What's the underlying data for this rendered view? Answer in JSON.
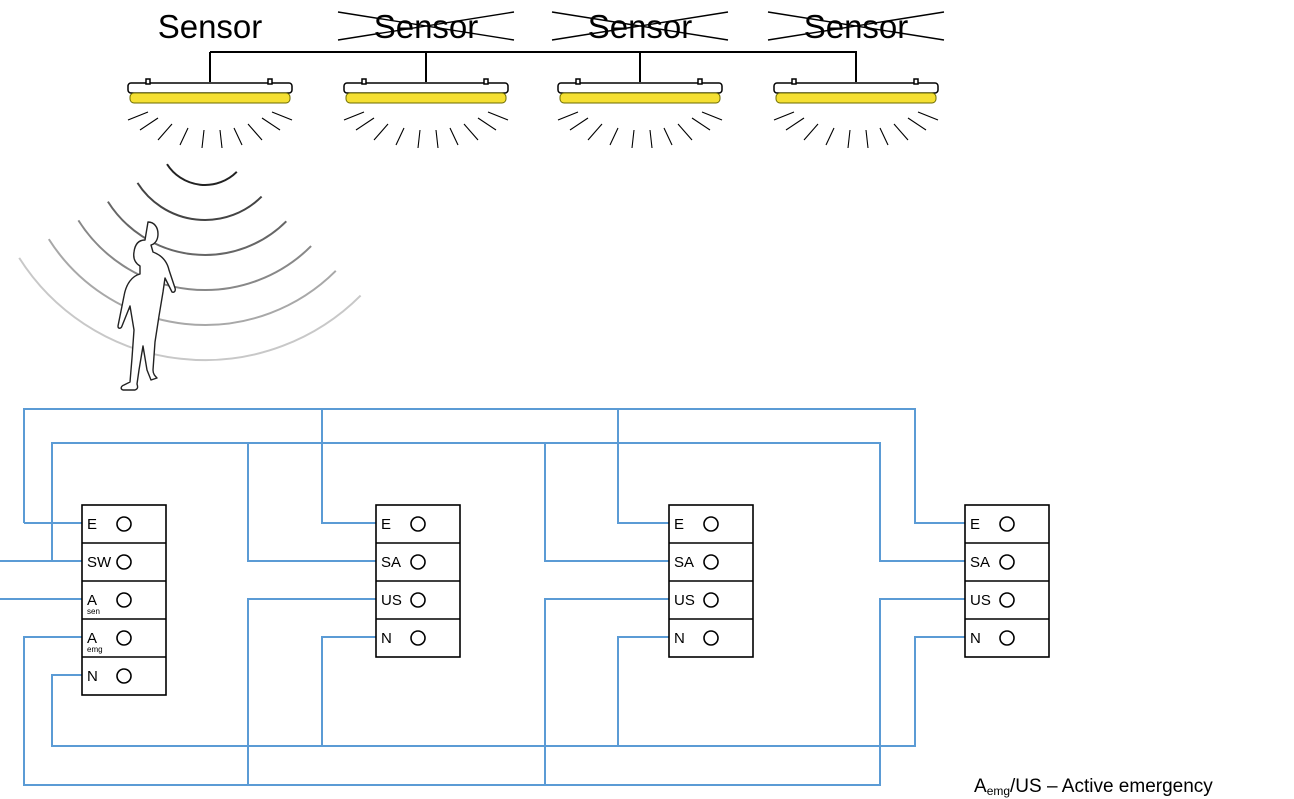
{
  "sensors": [
    {
      "label": "Sensor",
      "crossed": false
    },
    {
      "label": "Sensor",
      "crossed": true
    },
    {
      "label": "Sensor",
      "crossed": true
    },
    {
      "label": "Sensor",
      "crossed": true
    }
  ],
  "blocks": [
    {
      "terminals": [
        {
          "label": "E",
          "sub": ""
        },
        {
          "label": "SW",
          "sub": ""
        },
        {
          "label": "A",
          "sub": "sen"
        },
        {
          "label": "A",
          "sub": "emg"
        },
        {
          "label": "N",
          "sub": ""
        }
      ]
    },
    {
      "terminals": [
        {
          "label": "E",
          "sub": ""
        },
        {
          "label": "SA",
          "sub": ""
        },
        {
          "label": "US",
          "sub": ""
        },
        {
          "label": "N",
          "sub": ""
        }
      ]
    },
    {
      "terminals": [
        {
          "label": "E",
          "sub": ""
        },
        {
          "label": "SA",
          "sub": ""
        },
        {
          "label": "US",
          "sub": ""
        },
        {
          "label": "N",
          "sub": ""
        }
      ]
    },
    {
      "terminals": [
        {
          "label": "E",
          "sub": ""
        },
        {
          "label": "SA",
          "sub": ""
        },
        {
          "label": "US",
          "sub": ""
        },
        {
          "label": "N",
          "sub": ""
        }
      ]
    }
  ],
  "legend": {
    "main": "A",
    "sub": "emg",
    "rest": "/US – Active emergency"
  },
  "colors": {
    "wire": "#5b9bd5",
    "lamp": "#f5e033",
    "ink": "#000000"
  },
  "icons": {
    "person": "walking-person-icon",
    "lamp": "ceiling-light-icon",
    "waves": "motion-waves-icon"
  }
}
